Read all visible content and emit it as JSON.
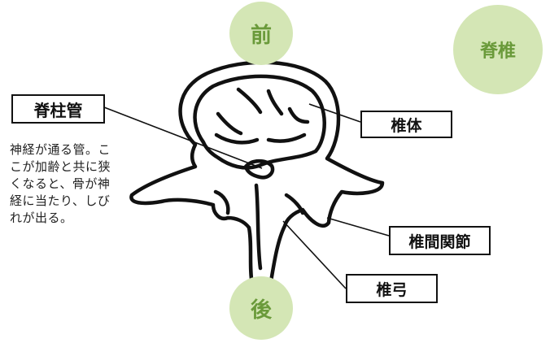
{
  "labels": {
    "front": "前",
    "back": "後",
    "title": "脊椎",
    "spinal_canal": "脊柱管",
    "vertebral_body": "椎体",
    "facet_joint": "椎間関節",
    "vertebral_arch": "椎弓"
  },
  "description": "神経が通る管。ここが加齢と共に狭くなると、骨が神経に当たり、しびれが出る。",
  "colors": {
    "circle_fill": "#d4e6b5",
    "circle_text": "#6a9a3a",
    "line": "#111111"
  }
}
